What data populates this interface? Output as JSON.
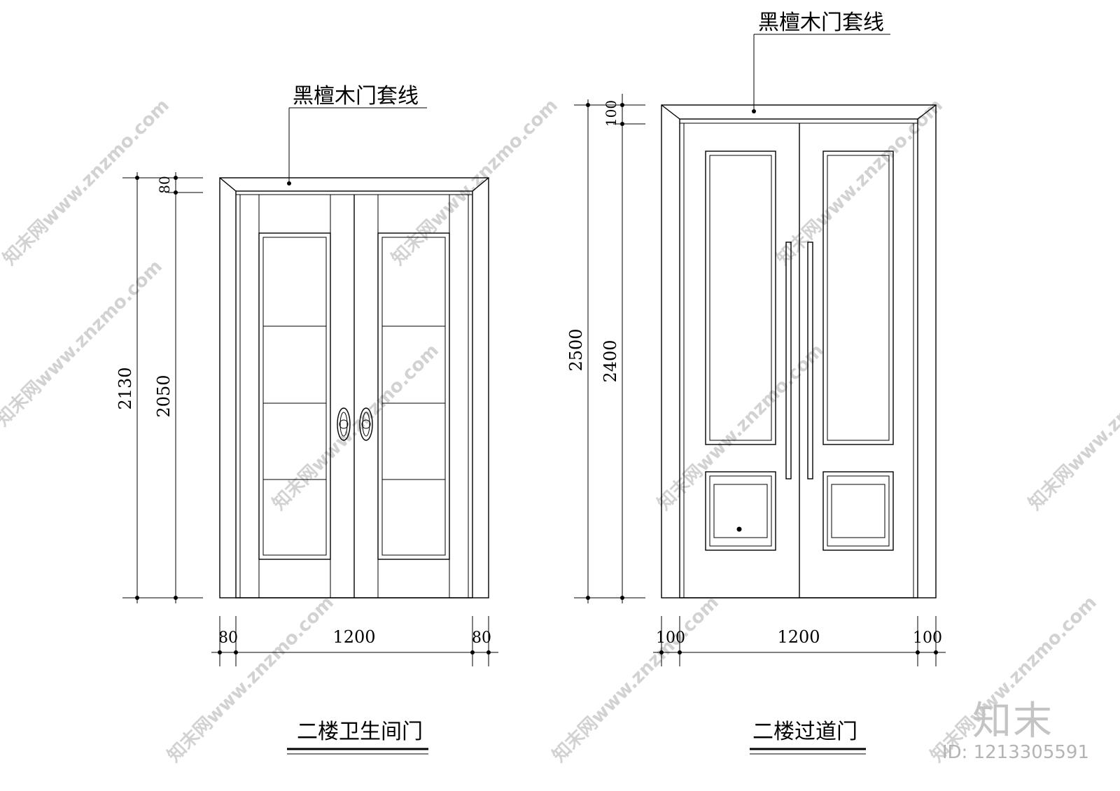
{
  "left_door": {
    "trim_label": "黑檀木门套线",
    "title": "二楼卫生间门",
    "dims": {
      "total_height": "2130",
      "door_height": "2050",
      "top_trim": "80",
      "left_trim": "80",
      "width": "1200",
      "right_trim": "80"
    }
  },
  "right_door": {
    "trim_label": "黑檀木门套线",
    "title": "二楼过道门",
    "dims": {
      "total_height": "2500",
      "door_height": "2400",
      "top_trim": "100",
      "left_trim": "100",
      "width": "1200",
      "right_trim": "100"
    }
  },
  "watermark": {
    "text": "知末网www.znzmo.com",
    "brand": "知末",
    "id_label": "ID: 1213305591"
  }
}
